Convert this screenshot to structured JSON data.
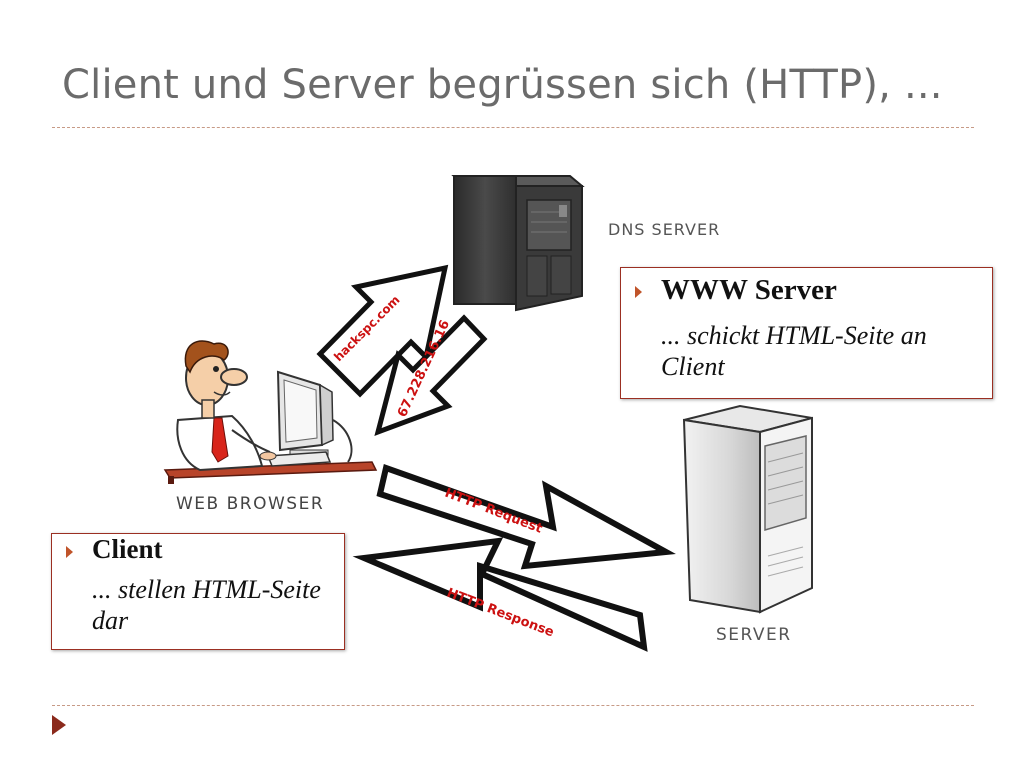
{
  "title": "Client und Server begrüssen sich (HTTP), ...",
  "diagram": {
    "dns_server_label": "DNS SERVER",
    "web_browser_label": "WEB BROWSER",
    "server_label": "SERVER",
    "arrow_domain_text": "hackspc.com",
    "arrow_ip_text": "67.228.216.16",
    "arrow_request_text": "HTTP Request",
    "arrow_response_text": "HTTP Response"
  },
  "callouts": {
    "www": {
      "heading": "WWW Server",
      "body": "... schickt HTML-Seite an Client"
    },
    "client": {
      "heading": "Client",
      "body": "... stellen HTML-Seite dar"
    }
  },
  "colors": {
    "accent": "#9b2f22",
    "bullet": "#c0542a",
    "title": "#6b6b6b",
    "arrow_text": "#cc1111"
  }
}
